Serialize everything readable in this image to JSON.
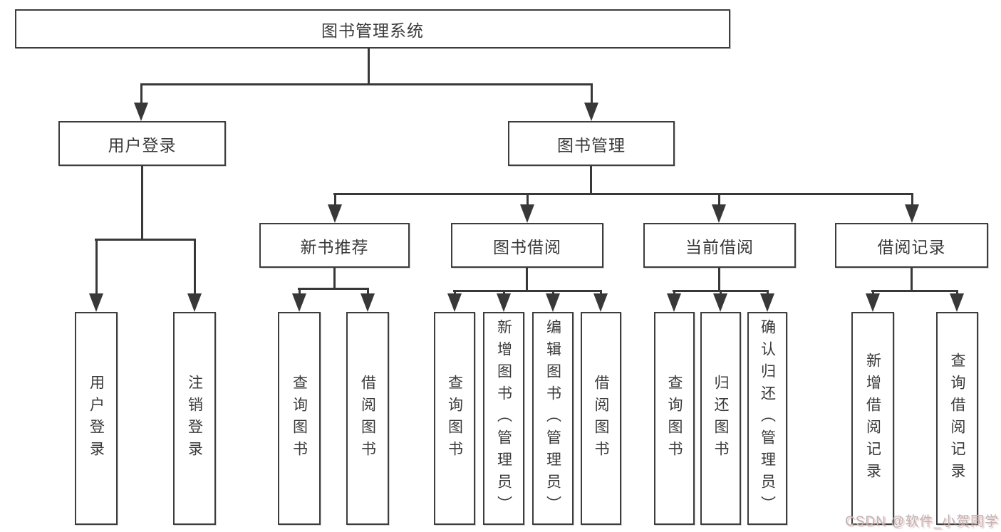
{
  "nodes": {
    "root": "图书管理系统",
    "l2": [
      "用户登录",
      "图书管理"
    ],
    "l3": [
      "新书推荐",
      "图书借阅",
      "当前借阅",
      "借阅记录"
    ],
    "user_leaves": [
      "用户登录",
      "注销登录"
    ],
    "recommend_leaves": [
      "查询图书",
      "借阅图书"
    ],
    "borrow_leaves": [
      "查询图书",
      "新增图书（管理员）",
      "编辑图书（管理员）",
      "借阅图书"
    ],
    "current_leaves": [
      "查询图书",
      "归还图书",
      "确认归还（管理员）"
    ],
    "record_leaves": [
      "新增借阅记录",
      "查询借阅记录"
    ]
  },
  "watermark": {
    "text": "CSDN @软件_小贺同学"
  },
  "colors": {
    "line": "#383838",
    "box_border": "#3d3d3d",
    "text": "#3a3a3a",
    "background": "#ffffff",
    "watermark": "#b7b7b7",
    "watermark_shadow": "#edb3b3"
  }
}
